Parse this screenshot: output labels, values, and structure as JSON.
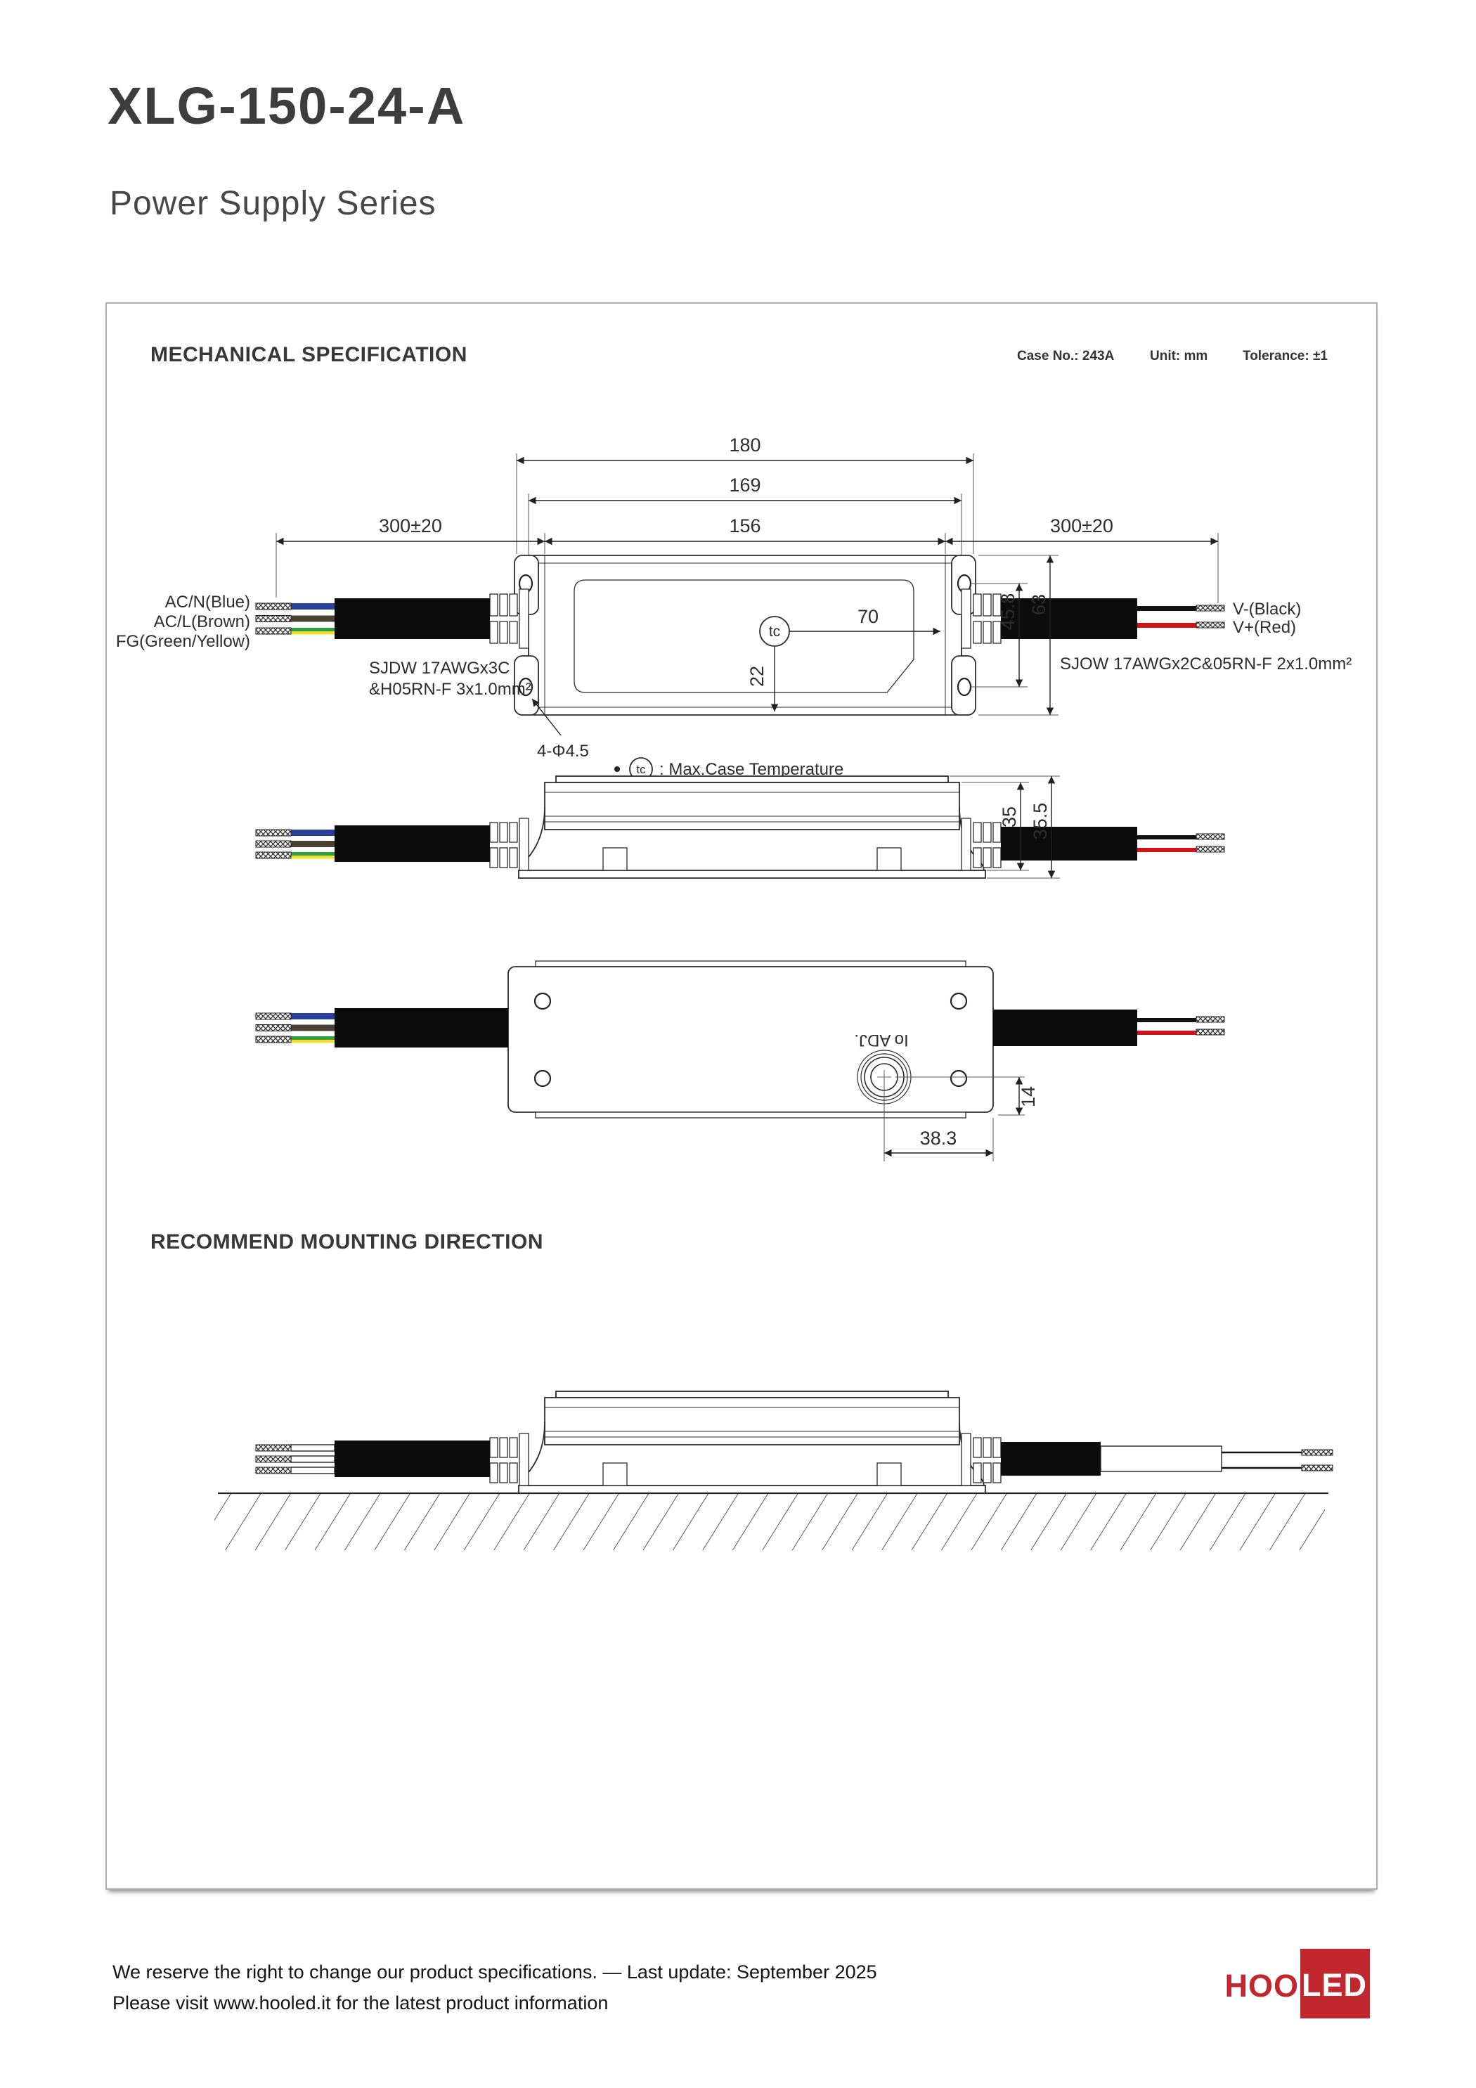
{
  "page": {
    "title": "XLG-150-24-A",
    "subtitle": "Power Supply Series"
  },
  "spec_panel": {
    "heading": "MECHANICAL SPECIFICATION",
    "case_no": "Case No.: 243A",
    "unit": "Unit: mm",
    "tolerance": "Tolerance: ±1"
  },
  "top_view": {
    "dim_180": "180",
    "dim_169": "169",
    "dim_156": "156",
    "dim_left_cable": "300±20",
    "dim_right_cable": "300±20",
    "dim_45_8": "45.8",
    "dim_63": "63",
    "dim_70": "70",
    "dim_22": "22",
    "hole_note": "4-Φ4.5",
    "tc_symbol": "tc",
    "tc_note": ": Max.Case Temperature",
    "wire_in_1": "AC/N(Blue)",
    "wire_in_2": "AC/L(Brown)",
    "wire_in_3": "FG(Green/Yellow)",
    "cable_in_spec_1": "SJDW 17AWGx3C",
    "cable_in_spec_2": "&H05RN-F 3x1.0mm²",
    "wire_out_1": "V-(Black)",
    "wire_out_2": "V+(Red)",
    "cable_out_spec": "SJOW 17AWGx2C&05RN-F 2x1.0mm²"
  },
  "side_view": {
    "dim_35": "35",
    "dim_35_5": "35.5"
  },
  "bottom_view": {
    "adj_label": "Io ADJ.",
    "dim_14": "14",
    "dim_38_3": "38.3"
  },
  "mounting": {
    "heading": "RECOMMEND MOUNTING DIRECTION"
  },
  "footer": {
    "line1": "We reserve the right to change our product specifications. — Last update: September 2025",
    "line2": "Please visit www.hooled.it for the latest product information",
    "logo_text_1": "HOO",
    "logo_text_2": "LED"
  },
  "colors": {
    "brand_red": "#c1272d",
    "wire_blue": "#2a3f97",
    "wire_brown": "#4a4036",
    "wire_green": "#2e9e41",
    "wire_yellow": "#f2df2c",
    "wire_red": "#cf1318",
    "wire_black": "#111111",
    "line_color": "#2b2b2b"
  }
}
